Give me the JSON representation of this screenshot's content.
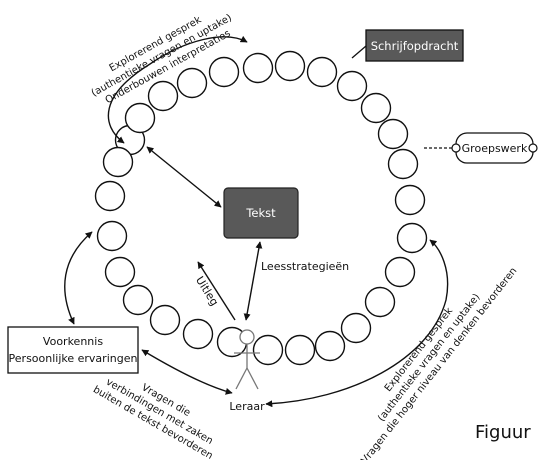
{
  "diagram": {
    "boxes": {
      "schrijfopdracht": "Schrijfopdracht",
      "groepswerk": "Groepswerk",
      "tekst": "Tekst",
      "voorkennis_line1": "Voorkennis",
      "voorkennis_line2": "Persoonlijke ervaringen"
    },
    "leraar": "Leraar",
    "labels": {
      "leesstrategieen": "Leesstrategieën",
      "uitleg": "Uitleg",
      "top_left": [
        "Explorerend gesprek",
        "(authentieke vragen en uptake)",
        "Onderbouwen interpretaties"
      ],
      "bottom_right": [
        "Explorerend gesprek",
        "(authentieke vragen en uptake)",
        "Vragen die hoger niveau van denken bevorderen"
      ],
      "bottom_left": [
        "Vragen die",
        "verbindingen met zaken",
        "buiten de tekst bevorderen"
      ]
    },
    "caption": "Figuur",
    "colors": {
      "dark_box": "#595959",
      "stroke": "#111111",
      "background": "#ffffff"
    }
  }
}
